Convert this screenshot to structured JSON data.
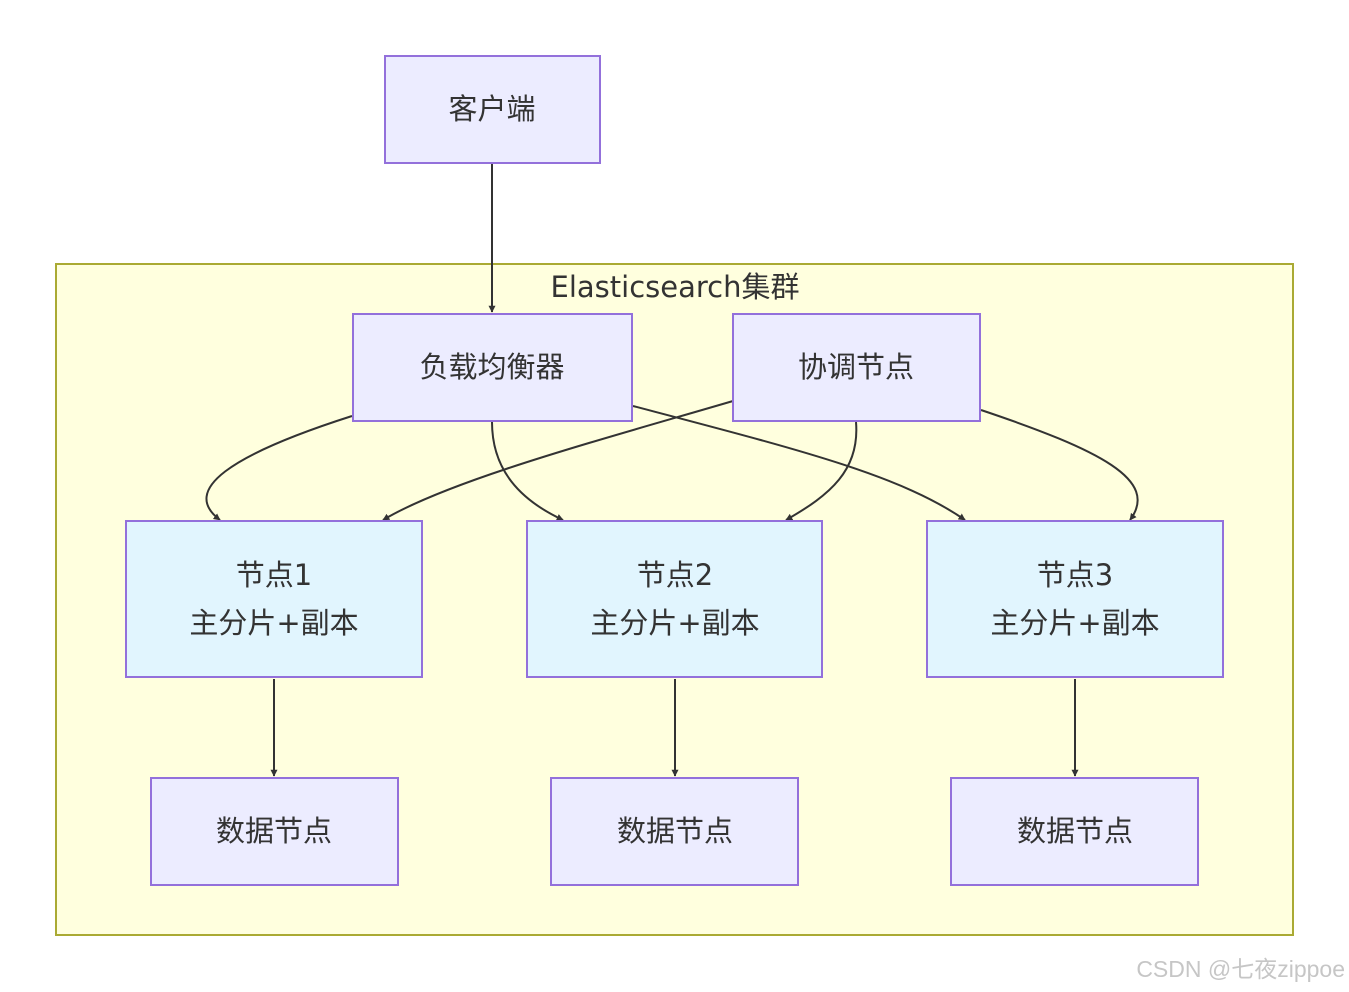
{
  "diagram": {
    "cluster": {
      "label": "Elasticsearch集群"
    },
    "nodes": {
      "client": {
        "label": "客户端"
      },
      "lb": {
        "label": "负载均衡器"
      },
      "coord": {
        "label": "协调节点"
      },
      "node1": {
        "line1": "节点1",
        "line2": "主分片+副本"
      },
      "node2": {
        "line1": "节点2",
        "line2": "主分片+副本"
      },
      "node3": {
        "line1": "节点3",
        "line2": "主分片+副本"
      },
      "data1": {
        "label": "数据节点"
      },
      "data2": {
        "label": "数据节点"
      },
      "data3": {
        "label": "数据节点"
      }
    },
    "edges": [
      {
        "from": "客户端",
        "to": "负载均衡器"
      },
      {
        "from": "负载均衡器",
        "to": "节点1"
      },
      {
        "from": "负载均衡器",
        "to": "节点2"
      },
      {
        "from": "负载均衡器",
        "to": "节点3"
      },
      {
        "from": "协调节点",
        "to": "节点1"
      },
      {
        "from": "协调节点",
        "to": "节点2"
      },
      {
        "from": "协调节点",
        "to": "节点3"
      },
      {
        "from": "节点1",
        "to": "数据节点"
      },
      {
        "from": "节点2",
        "to": "数据节点"
      },
      {
        "from": "节点3",
        "to": "数据节点"
      }
    ],
    "colors": {
      "default_node_fill": "#ECECFF",
      "shard_node_fill": "#E1F5FE",
      "node_stroke": "#9370DB",
      "cluster_fill": "#FFFFDE",
      "cluster_stroke": "#AAAA33",
      "edge": "#333333"
    }
  },
  "watermark": {
    "text": "CSDN @七夜zippoe"
  }
}
